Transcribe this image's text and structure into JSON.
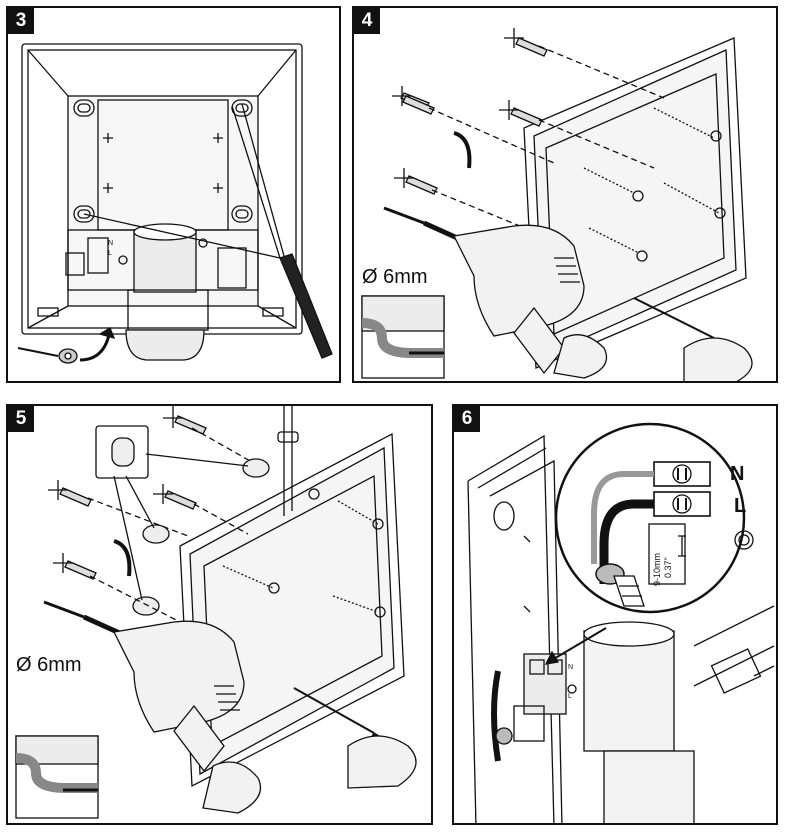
{
  "steps": [
    {
      "number": "3"
    },
    {
      "number": "4",
      "drill_label": "Ø 6mm"
    },
    {
      "number": "5",
      "drill_label": "Ø 6mm"
    },
    {
      "number": "6",
      "terminal_n": "N",
      "terminal_l": "L",
      "strip_length_mm": "9-10mm",
      "strip_length_in": "0.37\""
    }
  ],
  "box_labels": {
    "n": "N",
    "l": "L"
  }
}
